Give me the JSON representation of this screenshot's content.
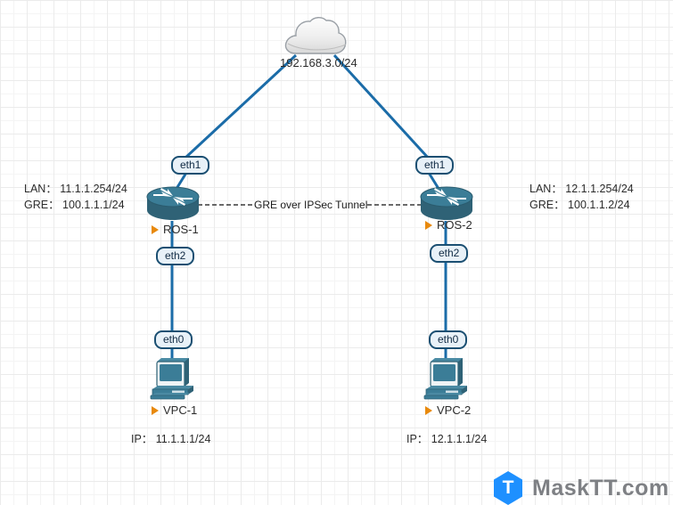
{
  "diagram": {
    "title": "GRE over IPSec Tunnel network topology",
    "colors": {
      "wire": "#1b6ca8",
      "device_body": "#3b7d97",
      "device_dark": "#2f6276",
      "port_border": "#1b4f72",
      "port_fill": "#e8f1f8",
      "triangle": "#e8890c",
      "cloud_stroke": "#9aa0a6",
      "grid_minor": "#f4f4f4",
      "grid_major": "#ebebeb",
      "watermark_blue": "#1e90ff",
      "watermark_gray": "#7e8084"
    },
    "cloud": {
      "label": "192.168.3.0/24",
      "icon": "cloud-icon"
    },
    "routers": [
      {
        "id": "ros-1",
        "name": "ROS-1",
        "icon": "router-icon",
        "ports": [
          {
            "id": "ros1-eth1",
            "label": "eth1"
          },
          {
            "id": "ros1-eth2",
            "label": "eth2"
          }
        ],
        "annotations": [
          {
            "id": "ros1-lan",
            "text": "LAN： 11.1.1.254/24"
          },
          {
            "id": "ros1-gre",
            "text": "GRE： 100.1.1.1/24"
          }
        ]
      },
      {
        "id": "ros-2",
        "name": "ROS-2",
        "icon": "router-icon",
        "ports": [
          {
            "id": "ros2-eth1",
            "label": "eth1"
          },
          {
            "id": "ros2-eth2",
            "label": "eth2"
          }
        ],
        "annotations": [
          {
            "id": "ros2-lan",
            "text": "LAN： 12.1.1.254/24"
          },
          {
            "id": "ros2-gre",
            "text": "GRE： 100.1.1.2/24"
          }
        ]
      }
    ],
    "hosts": [
      {
        "id": "vpc-1",
        "name": "VPC-1",
        "icon": "desktop-computer-icon",
        "port": {
          "id": "vpc1-eth0",
          "label": "eth0"
        },
        "ip_label": "IP： 11.1.1.1/24"
      },
      {
        "id": "vpc-2",
        "name": "VPC-2",
        "icon": "desktop-computer-icon",
        "port": {
          "id": "vpc2-eth0",
          "label": "eth0"
        },
        "ip_label": "IP： 12.1.1.1/24"
      }
    ],
    "tunnel": {
      "id": "gre-ipsec-tunnel",
      "label": "GRE over IPSec Tunnel",
      "style": "dashed"
    },
    "watermark": {
      "mark": "T",
      "text": "MaskTT.com"
    }
  }
}
